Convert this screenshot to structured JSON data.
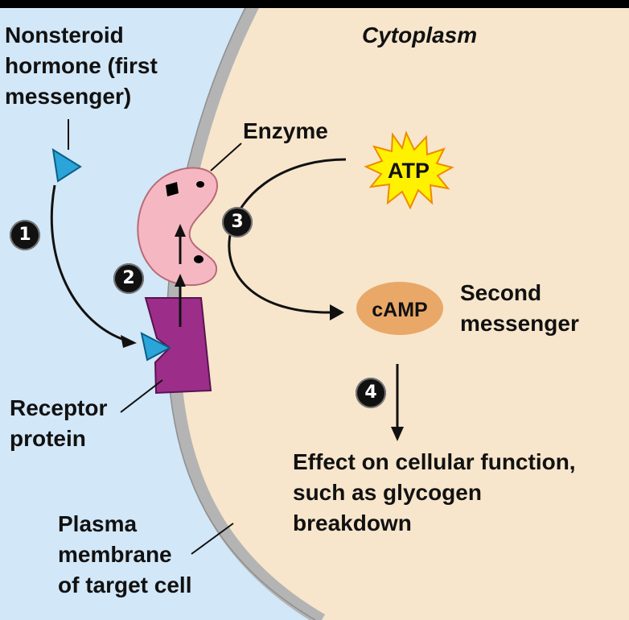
{
  "regions": {
    "cytoplasm": "Cytoplasm"
  },
  "labels": {
    "hormone": "Nonsteroid\nhormone (first\nmessenger)",
    "enzyme": "Enzyme",
    "atp": "ATP",
    "camp": "cAMP",
    "second_messenger": "Second\nmessenger",
    "effect": "Effect on cellular function,\nsuch as glycogen\nbreakdown",
    "receptor": "Receptor\nprotein",
    "membrane": "Plasma\nmembrane\nof target cell"
  },
  "steps": [
    "1",
    "2",
    "3",
    "4"
  ],
  "colors": {
    "extracellular": "#d2e7f7",
    "cytoplasm": "#f7e6cc",
    "membrane": "#b4b4b4",
    "hormone": "#2aa4d9",
    "receptor": "#9c2e8a",
    "enzyme": "#f5b8c2",
    "atp_burst": "#fff200",
    "camp": "#e9a867"
  }
}
